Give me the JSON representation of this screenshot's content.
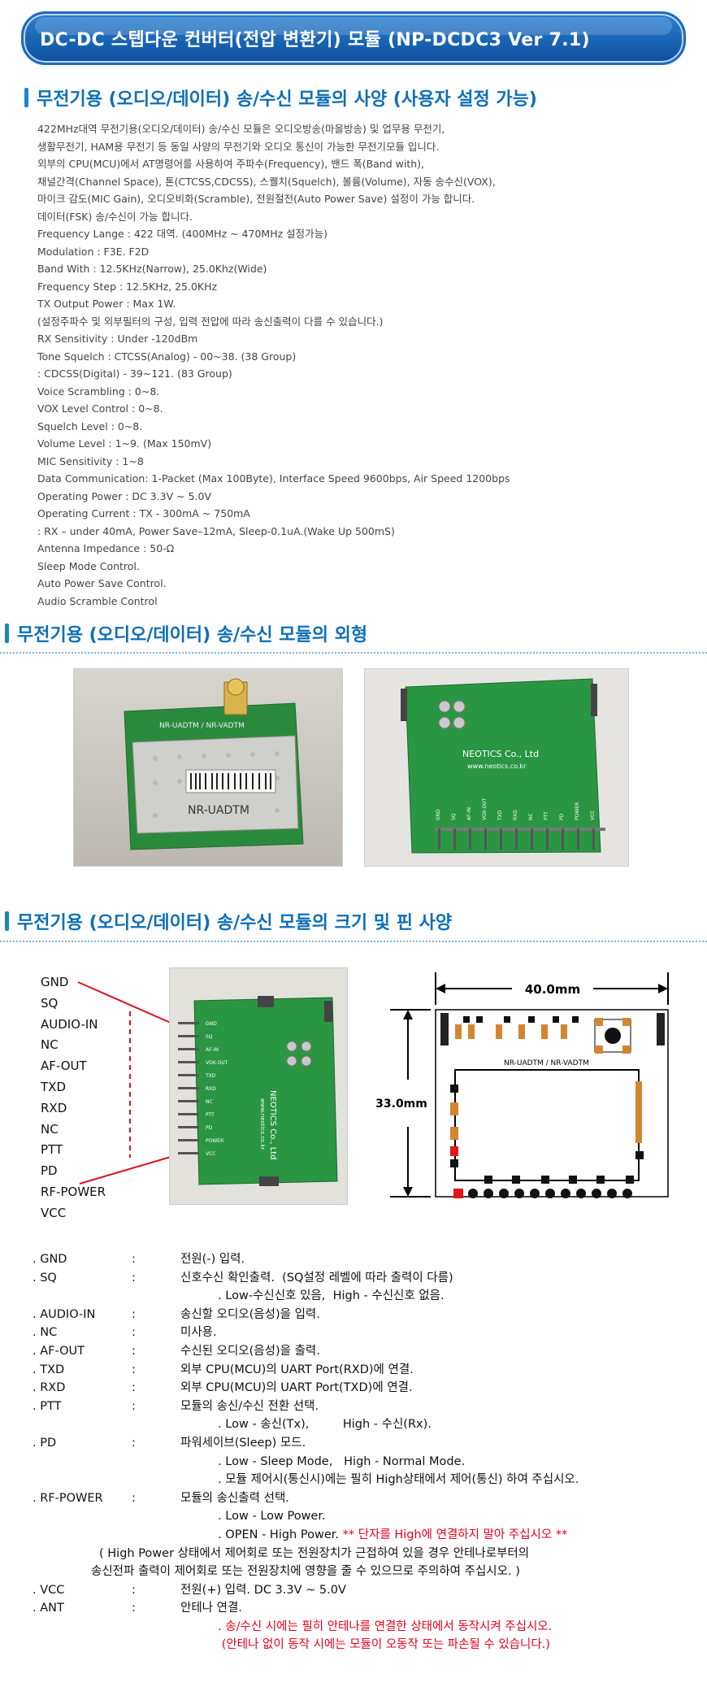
{
  "banner": {
    "title": "DC-DC 스텝다운 컨버터(전압 변환기) 모듈 (NP-DCDC3 Ver 7.1)"
  },
  "section1": {
    "title": "무전기용 (오디오/데이터) 송/수신 모듈의 사양 (사용자 설정 가능)"
  },
  "specs": [
    "422MHz대역 무전기용(오디오/데이터) 송/수신 모듈은 오디오방송(마을방송) 및 업무용 무전기,",
    "생활무전기, HAM용 무전기 등 동일 사양의 무전기와 오디오 통신이 가능한 무전기모듈 입니다.",
    "외부의 CPU(MCU)에서 AT명령어를 사용하여 주파수(Frequency), 밴드 폭(Band with),",
    "채널간격(Channel Space), 톤(CTCSS,CDCSS), 스퀠치(Squelch), 볼륨(Volume), 자동 송수신(VOX),",
    "마이크 감도(MIC Gain), 오디오비화(Scramble), 전원절전(Auto Power Save) 설정이 가능 합니다.",
    "데이터(FSK) 송/수신이 가능 합니다.",
    "Frequency Lange : 422 대역. (400MHz ~ 470MHz 설정가능)",
    "Modulation : F3E. F2D",
    "Band With : 12.5KHz(Narrow), 25.0Khz(Wide)",
    "Frequency Step : 12.5KHz, 25.0KHz",
    "TX Output Power : Max 1W.",
    "(설정주파수 및 외부필터의 구성, 입력 전압에 따라 송신출력이 다를 수 있습니다.)",
    "RX Sensitivity : Under -120dBm",
    "Tone Squelch : CTCSS(Analog) - 00~38. (38 Group)",
    ": CDCSS(Digital) - 39~121. (83 Group)",
    "Voice Scrambling : 0~8.",
    "VOX Level Control : 0~8.",
    "Squelch Level : 0~8.",
    "Volume Level : 1~9. (Max 150mV)",
    "MIC Sensitivity : 1~8",
    "Data Communication: 1-Packet (Max 100Byte), Interface Speed 9600bps, Air Speed 1200bps",
    "Operating Power : DC 3.3V ~ 5.0V",
    "Operating Current : TX - 300mA ~ 750mA",
    ": RX – under 40mA, Power Save–12mA, Sleep-0.1uA.(Wake Up 500mS)",
    "Antenna Impedance : 50-Ω",
    "Sleep Mode Control.",
    "Auto Power Save Control.",
    "Audio Scramble Control"
  ],
  "section2": {
    "title": "무전기용 (오디오/데이터) 송/수신 모듈의 외형"
  },
  "photo1": {
    "shield_top": "NR-UADTM / NR-VADTM",
    "label": "NR-UADTM"
  },
  "photo2": {
    "company": "NEOTICS Co., Ltd",
    "url": "www.neotics.co.kr",
    "pins": [
      "GND",
      "SQ",
      "AF-IN",
      "VOX-OUT",
      "TXD",
      "RXD",
      "NC",
      "PTT",
      "PD",
      "POWER",
      "VCC"
    ]
  },
  "section3": {
    "title": "무전기용 (오디오/데이터) 송/수신 모듈의 크기 및 핀 사양"
  },
  "pinout": {
    "labels": [
      "GND",
      "SQ",
      "AUDIO-IN",
      "NC",
      "AF-OUT",
      "TXD",
      "RXD",
      "NC",
      "PTT",
      "PD",
      "RF-POWER",
      "VCC"
    ]
  },
  "dims": {
    "width": "40.0mm",
    "height": "33.0mm",
    "board_label": "NR-UADTM / NR-VADTM"
  },
  "pintable": [
    {
      "name": ". GND",
      "colon": ":",
      "desc": "전원(-) 입력."
    },
    {
      "name": ". SQ",
      "colon": ":",
      "desc": "신호수신 확인출력.  (SQ설정 레벨에 따라 출력이 다름)"
    },
    {
      "name": "",
      "colon": "",
      "desc": "          . Low-수신신호 있음,  High - 수신신호 없음."
    },
    {
      "name": ". AUDIO-IN",
      "colon": ":",
      "desc": "송신할 오디오(음성)을 입력."
    },
    {
      "name": ". NC",
      "colon": ":",
      "desc": "미사용."
    },
    {
      "name": ". AF-OUT",
      "colon": ":",
      "desc": "수신된 오디오(음성)을 출력."
    },
    {
      "name": ". TXD",
      "colon": ":",
      "desc": "외부 CPU(MCU)의 UART Port(RXD)에 연결."
    },
    {
      "name": ". RXD",
      "colon": ":",
      "desc": "외부 CPU(MCU)의 UART Port(TXD)에 연결."
    },
    {
      "name": ". PTT",
      "colon": ":",
      "desc": "모듈의 송신/수신 전환 선택."
    },
    {
      "name": "",
      "colon": "",
      "desc": "          . Low - 송신(Tx),         High - 수신(Rx)."
    },
    {
      "name": ". PD",
      "colon": ":",
      "desc": "파워세이브(Sleep) 모드."
    },
    {
      "name": "",
      "colon": "",
      "desc": "          . Low - Sleep Mode,   High - Normal Mode."
    },
    {
      "name": "",
      "colon": "",
      "desc": "          . 모듈 제어시(통신시)에는 필히 High상태에서 제어(통신) 하여 주십시오."
    },
    {
      "name": ". RF-POWER",
      "colon": ":",
      "desc": "모듈의 송신출력 선택."
    },
    {
      "name": "",
      "colon": "",
      "desc": "          . Low - Low Power."
    }
  ],
  "open_line": {
    "lead": "          . OPEN - High Power. ",
    "warn": "** 단자를 High에 연결하지 말아 주십시오 **"
  },
  "note_lines": [
    "( High Power 상태에서 제어회로 또는 전원장치가 근접하여 있을 경우 안테나로부터의",
    "송신전파 출력이 제어회로 또는 전원장치에 영향을 줄 수 있으므로 주의하여 주십시오. )"
  ],
  "tail_rows": [
    {
      "name": ". VCC",
      "colon": ":",
      "desc": "전원(+) 입력. DC 3.3V ~ 5.0V"
    },
    {
      "name": ". ANT",
      "colon": ":",
      "desc": "안테나 연결."
    }
  ],
  "ant_warn": [
    "          . 송/수신 시에는 필히 안테나를 연결한 상태에서 동작시켜 주십시오.",
    "           (안테나 없이 동작 시에는 모듈이 오동작 또는 파손될 수 있습니다.)"
  ],
  "colors": {
    "title_blue": "#0d6fb6",
    "banner_blue": "#1d6bc2",
    "warn_red": "#e8001c"
  }
}
